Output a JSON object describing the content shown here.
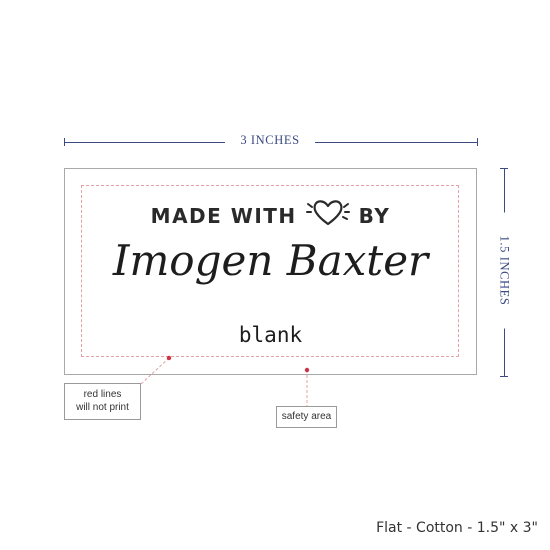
{
  "dimensions": {
    "width_label": "3 INCHES",
    "height_label": "1.5 INCHES",
    "color": "#3b4a82"
  },
  "label": {
    "made_with_left": "MADE WITH",
    "made_with_right": "BY",
    "name": "Imogen Baxter",
    "blank": "blank"
  },
  "callouts": {
    "red_lines_line1": "red lines",
    "red_lines_line2": "will not print",
    "safety_area": "safety area",
    "line_color": "#e5a0a6"
  },
  "product": {
    "caption": "Flat - Cotton - 1.5\" x 3\""
  }
}
